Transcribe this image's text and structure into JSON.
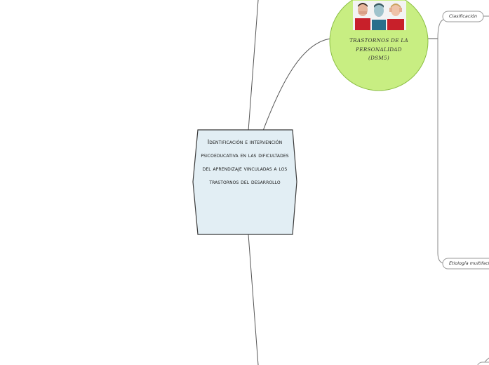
{
  "central_topic": {
    "text": "Identificación e intervención psicoeducativa en las dificultades del aprendizaje vinculadas a los trastornos del desarrollo"
  },
  "topic_personality": {
    "text": "TRASTORNOS DE LA PERSONALIDAD (DSM5)",
    "image": "three-people-photo"
  },
  "branches": {
    "clasificacion": "Clasificación",
    "etiologia": "Etiología multifacto"
  },
  "colors": {
    "central_fill": "#e2eef4",
    "bubble_fill": "#c8ee82",
    "line": "#555555"
  }
}
